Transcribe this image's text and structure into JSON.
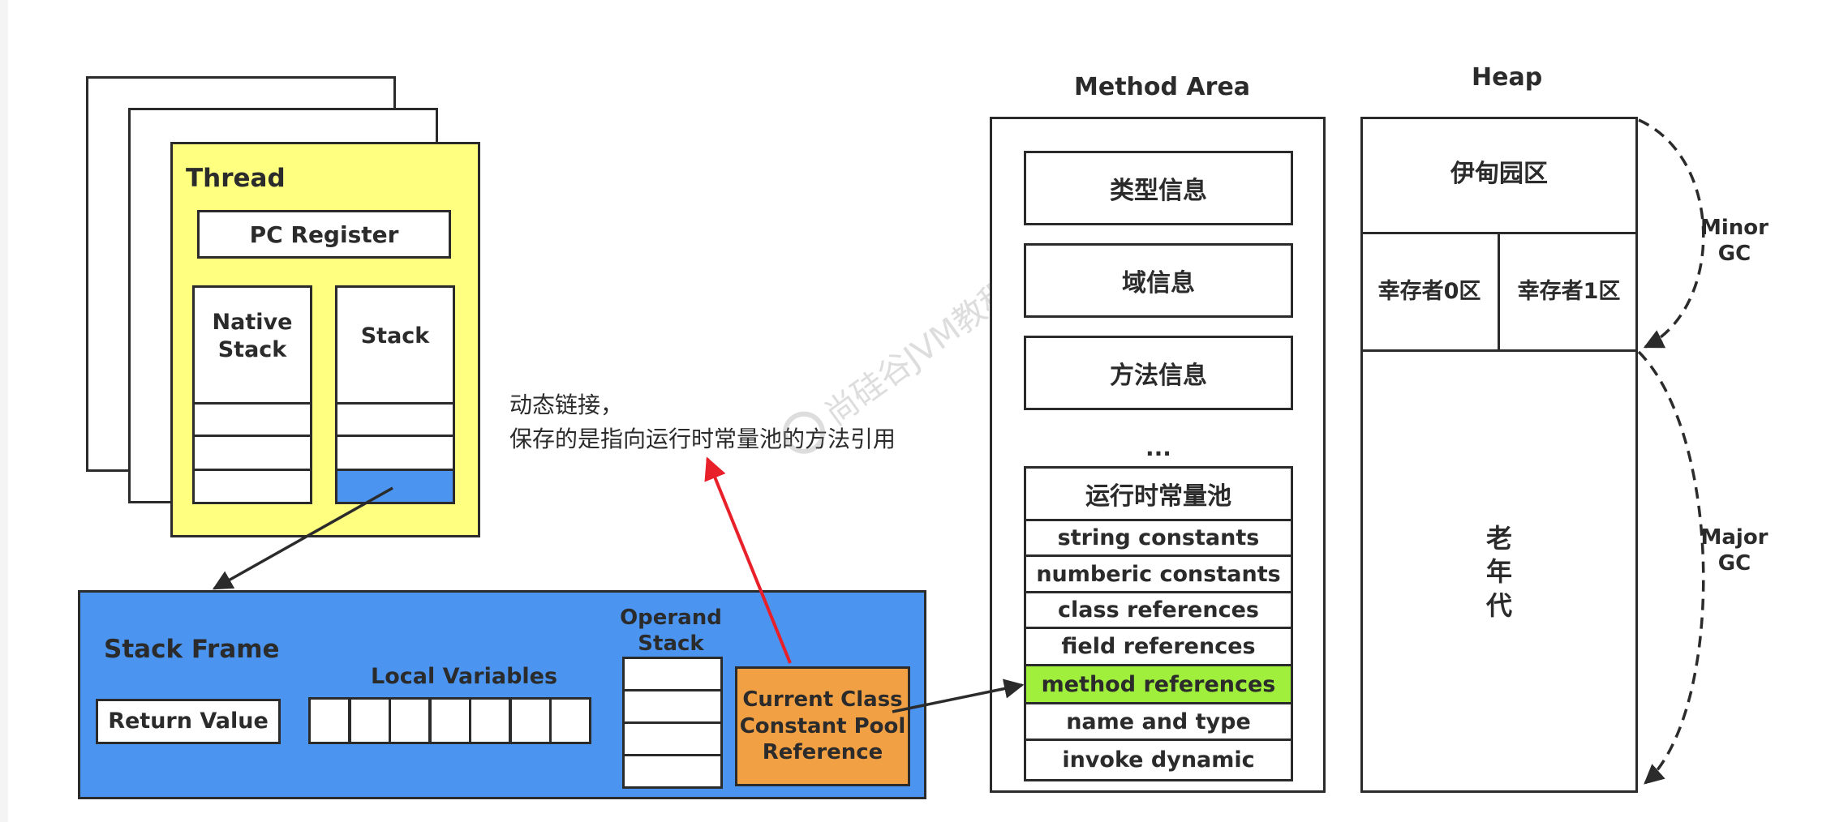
{
  "thread": {
    "title": "Thread",
    "pc_register": "PC Register",
    "native_stack": "Native\nStack",
    "stack": "Stack"
  },
  "stack_frame": {
    "title": "Stack Frame",
    "return_value": "Return Value",
    "local_variables": "Local Variables",
    "operand_stack": "Operand\nStack",
    "current_class_ref": "Current Class\nConstant Pool\nReference"
  },
  "annotation": {
    "line1": "动态链接，",
    "line2": "保存的是指向运行时常量池的方法引用"
  },
  "watermark": "尚硅谷JVM教程配图",
  "method_area": {
    "title": "Method Area",
    "items": [
      "类型信息",
      "域信息",
      "方法信息"
    ],
    "ellipsis": "...",
    "runtime_pool_title": "运行时常量池",
    "runtime_pool_items": [
      "string constants",
      "numberic constants",
      "class references",
      "field references",
      "method references",
      "name and type",
      "invoke dynamic"
    ],
    "highlighted_item": "method references"
  },
  "heap": {
    "title": "Heap",
    "eden": "伊甸园区",
    "survivor0": "幸存者0区",
    "survivor1": "幸存者1区",
    "old_gen": "老\n年\n代",
    "minor_gc": "Minor\nGC",
    "major_gc": "Major\nGC"
  },
  "colors": {
    "thread_bg": "#ffff80",
    "stack_frame_bg": "#4b95f0",
    "stack_highlight": "#4b95f0",
    "current_class_bg": "#f2a044",
    "method_ref_bg": "#a0ef3c",
    "arrow_red": "#e8202a",
    "line": "#2b2b2b"
  }
}
